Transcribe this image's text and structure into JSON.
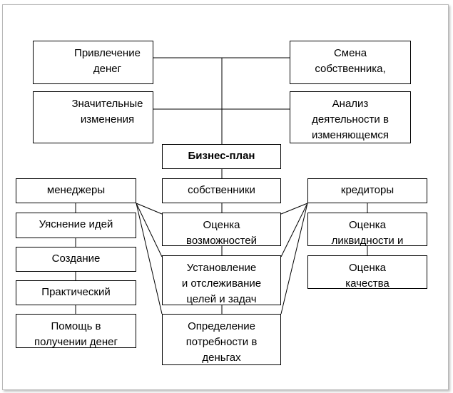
{
  "boxes": {
    "attract": "Привлечение\nденег",
    "owner_change": "Смена\nсобственника,",
    "changes": "Значительные\nизменения",
    "analysis": "Анализ\nдеятельности в\nизменяющемся",
    "business_plan": "Бизнес-план",
    "managers": "менеджеры",
    "owners": "собственники",
    "creditors": "кредиторы",
    "clarify": "Уяснение идей",
    "create": "Создание",
    "practical": "Практический",
    "help": "Помощь в\nполучении денег",
    "assess": "Оценка\nвозможностей",
    "setting": "Установление\nи отслеживание\nцелей и задач",
    "determine": "Определение\nпотребности в\nденьгах",
    "liquidity": "Оценка\nликвидности и",
    "quality": "Оценка\nкачества"
  },
  "colors": {
    "line": "#000000",
    "border": "#000000",
    "frame": "#b8b8b8"
  }
}
